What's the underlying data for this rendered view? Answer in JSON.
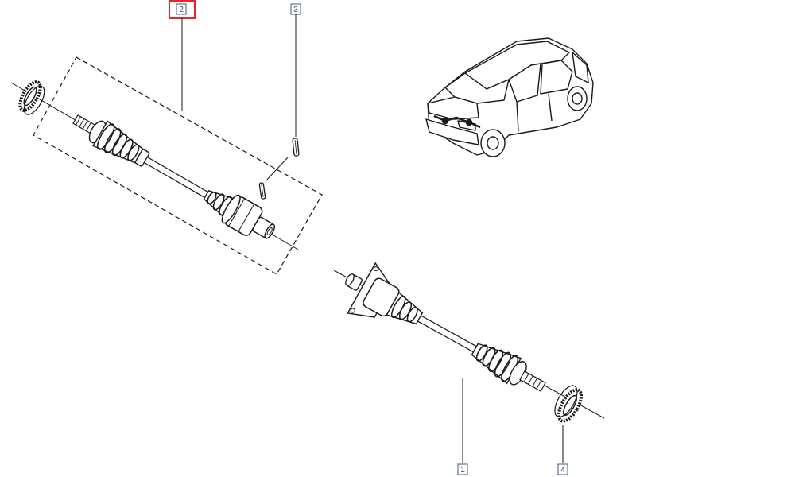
{
  "colors": {
    "ink": "#1a1a1a",
    "callout_box": "#3c5a78",
    "callout_text": "#2a3a70",
    "highlight": "#e8242c",
    "background": "#ffffff"
  },
  "callouts": [
    {
      "id": "2",
      "label": "2",
      "highlighted": true
    },
    {
      "id": "3",
      "label": "3",
      "highlighted": false
    },
    {
      "id": "1",
      "label": "1",
      "highlighted": false
    },
    {
      "id": "4",
      "label": "4",
      "highlighted": false
    }
  ],
  "parts": [
    {
      "ref": "2",
      "kind": "drive-shaft",
      "icon": "driveshaft-assembly-icon"
    },
    {
      "ref": "3",
      "kind": "pin",
      "icon": "roll-pin-icon"
    },
    {
      "ref": "1",
      "kind": "drive-shaft",
      "icon": "driveshaft-assembly-icon"
    },
    {
      "ref": "4",
      "kind": "abs-ring",
      "icon": "abs-tone-ring-icon"
    }
  ],
  "vehicle": {
    "icon": "hatchback-car-icon"
  }
}
